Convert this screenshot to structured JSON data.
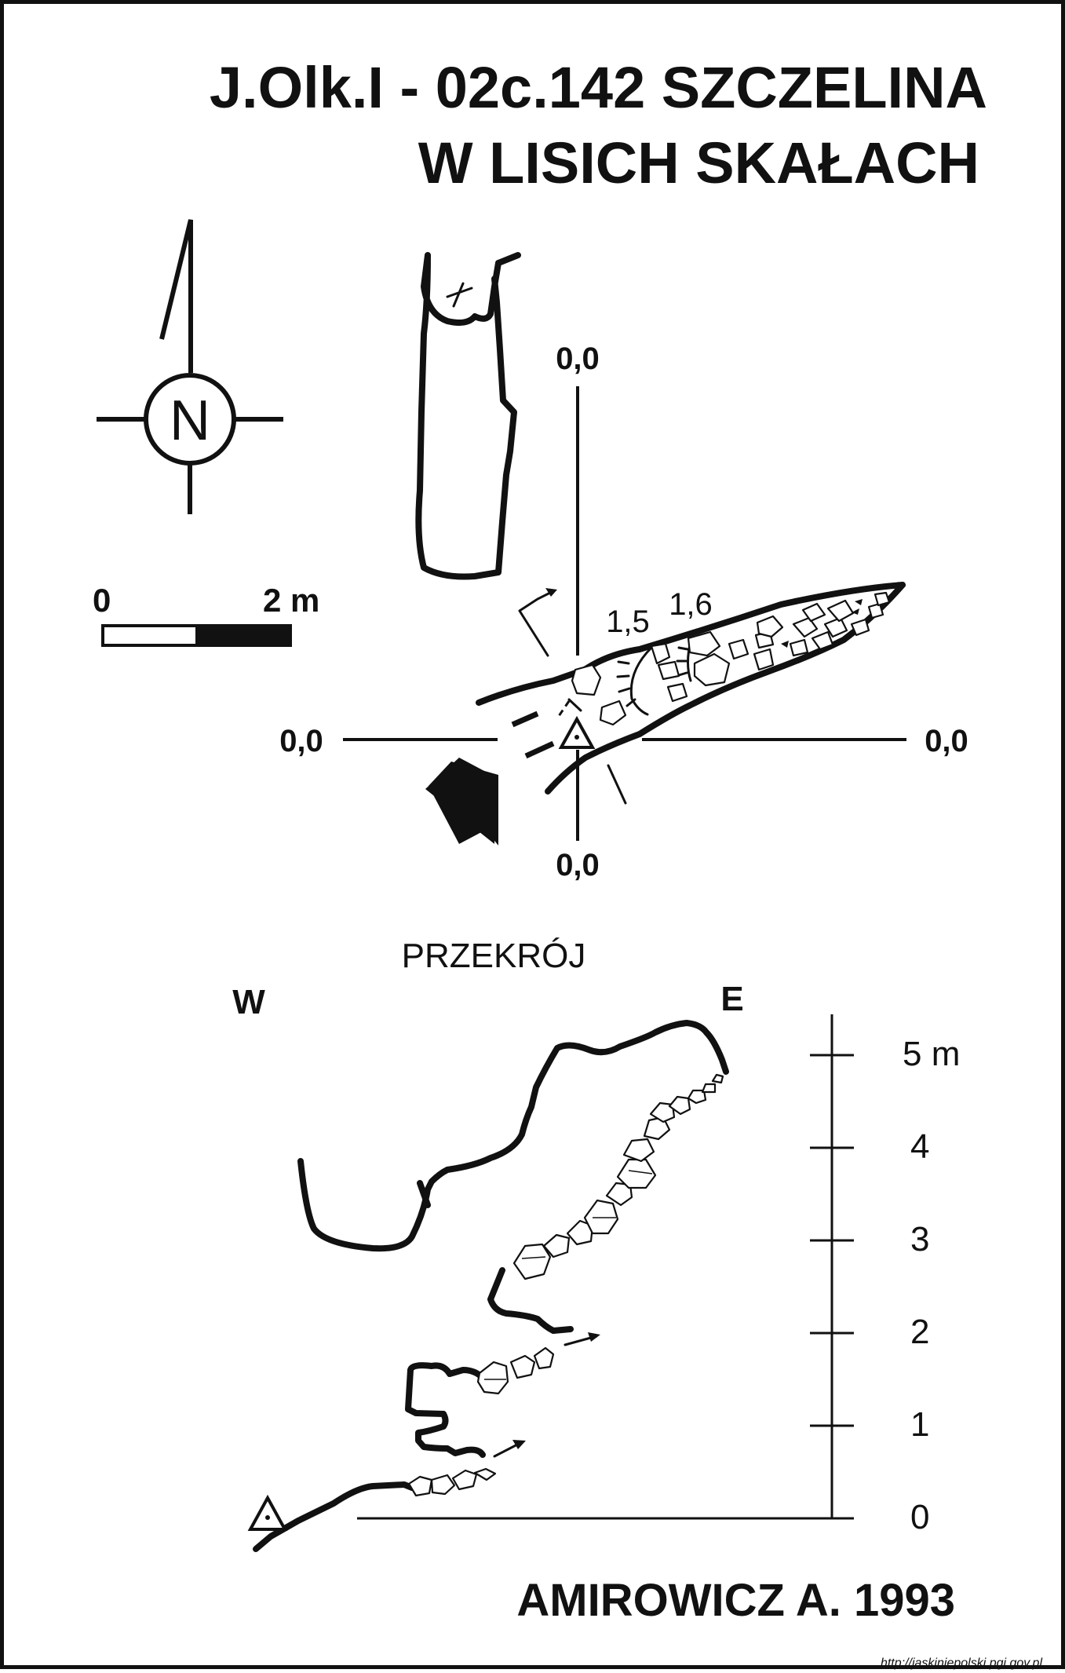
{
  "title": {
    "line1": "J.Olk.I - 02c.142  SZCZELINA",
    "line2": "W LISICH SKAŁACH"
  },
  "compass": {
    "letter": "N",
    "icon": "north-arrow-icon"
  },
  "scale_bar": {
    "start": "0",
    "end": "2 m"
  },
  "plan": {
    "datum_top": "0,0",
    "datum_bottom": "0,0",
    "datum_left": "0,0",
    "datum_right": "0,0",
    "height_a": "1,5",
    "height_b": "1,6"
  },
  "section": {
    "heading": "PRZEKRÓJ",
    "west": "W",
    "east": "E",
    "scale_labels": [
      "5 m",
      "4",
      "3",
      "2",
      "1",
      "0"
    ]
  },
  "author": "AMIROWICZ A.   1993",
  "source": "http://jaskiniepolski.pgi.gov.pl"
}
